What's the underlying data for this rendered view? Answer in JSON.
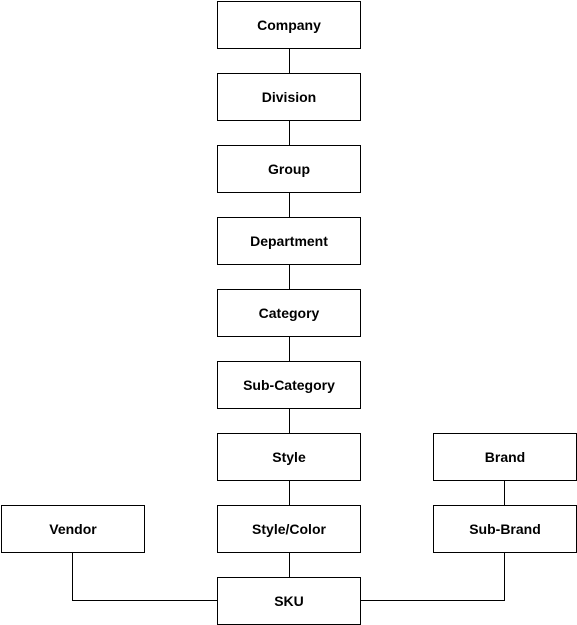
{
  "nodes": {
    "company": "Company",
    "division": "Division",
    "group": "Group",
    "department": "Department",
    "category": "Category",
    "sub_category": "Sub-Category",
    "style": "Style",
    "style_color": "Style/Color",
    "sku": "SKU",
    "vendor": "Vendor",
    "brand": "Brand",
    "sub_brand": "Sub-Brand"
  },
  "edges": [
    [
      "company",
      "division"
    ],
    [
      "division",
      "group"
    ],
    [
      "group",
      "department"
    ],
    [
      "department",
      "category"
    ],
    [
      "category",
      "sub_category"
    ],
    [
      "sub_category",
      "style"
    ],
    [
      "style",
      "style_color"
    ],
    [
      "style_color",
      "sku"
    ],
    [
      "vendor",
      "sku"
    ],
    [
      "brand",
      "sub_brand"
    ],
    [
      "sub_brand",
      "sku"
    ]
  ]
}
